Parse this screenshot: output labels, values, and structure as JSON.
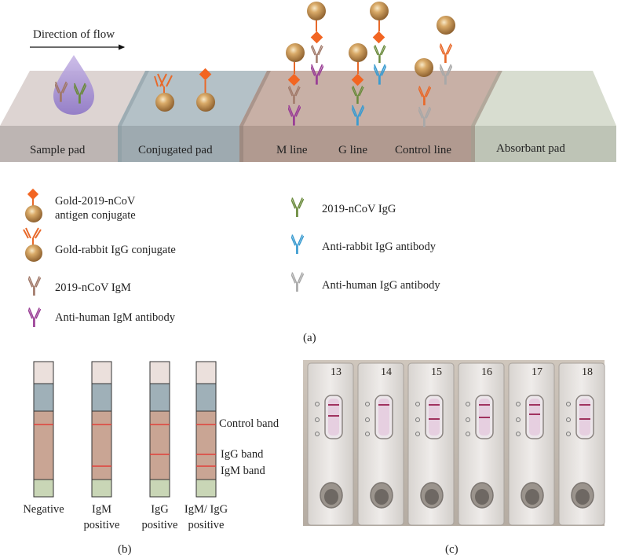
{
  "panel_a": {
    "flow_label": "Direction of flow",
    "pads": {
      "sample": "Sample pad",
      "conjugated": "Conjugated pad",
      "absorbant": "Absorbant pad"
    },
    "lines": {
      "m": "M line",
      "g": "G line",
      "control": "Control line"
    },
    "legend": [
      {
        "icon": "gold-antigen-conjugate",
        "line1": "Gold-2019-nCoV",
        "line2": "antigen conjugate",
        "color": "#e8692a"
      },
      {
        "icon": "gold-rabbit-igg-conjugate",
        "line1": "Gold-rabbit IgG conjugate",
        "color": "#e8692a"
      },
      {
        "icon": "ncov-igm-antibody",
        "line1": "2019-nCoV IgM",
        "color": "#a07868"
      },
      {
        "icon": "anti-human-igm-antibody",
        "line1": "Anti-human IgM antibody",
        "color": "#9a3f96"
      },
      {
        "icon": "ncov-igg-antibody",
        "line1": "2019-nCoV IgG",
        "color": "#6a8a3c"
      },
      {
        "icon": "anti-rabbit-igg-antibody",
        "line1": "Anti-rabbit IgG antibody",
        "color": "#3a9bd0"
      },
      {
        "icon": "anti-human-igg-antibody",
        "line1": "Anti-human IgG antibody",
        "color": "#a8a8a8"
      }
    ],
    "caption": "(a)"
  },
  "panel_b": {
    "strips": [
      {
        "label1": "Negative",
        "label2": "",
        "bands": [
          "control"
        ]
      },
      {
        "label1": "IgM",
        "label2": "positive",
        "bands": [
          "control",
          "igm"
        ]
      },
      {
        "label1": "IgG",
        "label2": "positive",
        "bands": [
          "control",
          "igg"
        ]
      },
      {
        "label1": "IgM/ IgG",
        "label2": "positive",
        "bands": [
          "control",
          "igg",
          "igm"
        ]
      }
    ],
    "band_labels": {
      "control": "Control band",
      "igg": "IgG band",
      "igm": "IgM band"
    },
    "caption": "(b)"
  },
  "panel_c": {
    "cassettes": [
      "13",
      "14",
      "15",
      "16",
      "17",
      "18"
    ],
    "caption": "(c)"
  },
  "colors": {
    "gold_particle": "#b8874a",
    "band_red": "#e0403a",
    "strip_body": "#c9a594",
    "strip_top": "#ebe0dc",
    "strip_blue": "#9fb0b8",
    "strip_bottom": "#c9d6b6"
  }
}
